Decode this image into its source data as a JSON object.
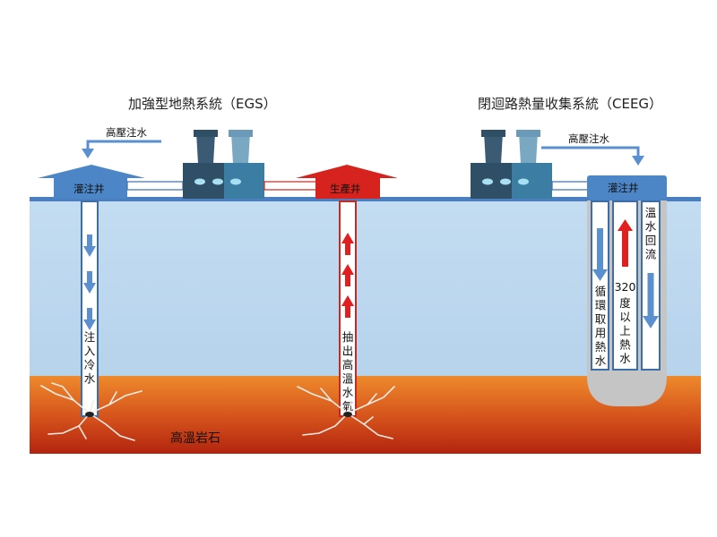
{
  "egs": {
    "title": "加強型地熱系統（EGS）",
    "pressure_label": "高壓注水",
    "injection_well_label": "灌注井",
    "production_well_label": "生產井",
    "injection_text": "注入冷水",
    "production_text": "抽出高溫水氣"
  },
  "ceeg": {
    "title": "閉迴路熱量收集系統（CEEG）",
    "pressure_label": "高壓注水",
    "injection_well_label": "灌注井",
    "circulate_text": "循環取用熱水",
    "hot_water_number": "320",
    "hot_water_text": "度以上熱水",
    "return_text": "溫水回流"
  },
  "rock_label": "高溫岩石",
  "colors": {
    "ground_surface": "#4a7fc1",
    "groundwater": "#bcd8ee",
    "rock_top": "#e8822a",
    "rock_bottom": "#b82a12",
    "cold_arrow": "#5a8fd0",
    "hot_arrow": "#e21e1e",
    "plant_dark": "#2f4f66",
    "plant_teal": "#3c7ea3",
    "production_house": "#d6231d",
    "injection_house": "#4d86c7"
  }
}
